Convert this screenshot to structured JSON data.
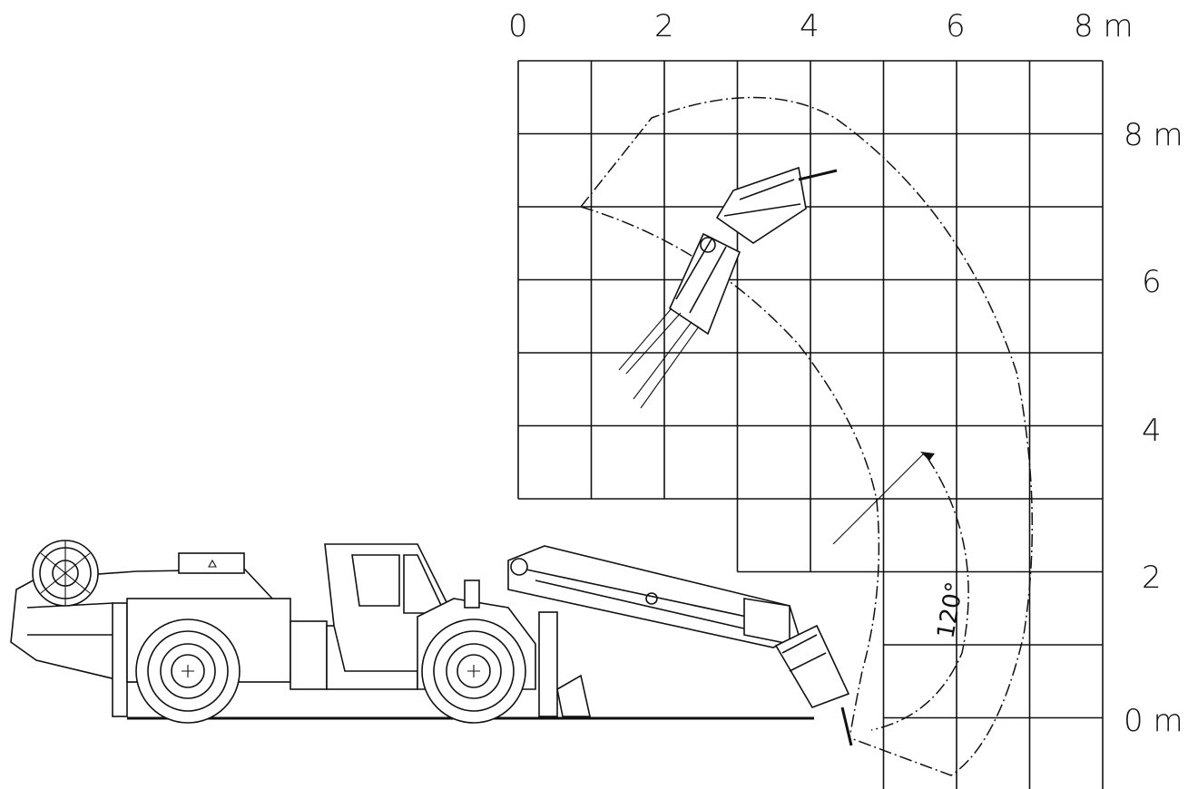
{
  "diagram": {
    "x_axis": {
      "ticks": [
        "0",
        "2",
        "4",
        "6",
        "8 m"
      ]
    },
    "y_axis": {
      "ticks": [
        "8 m",
        "6",
        "4",
        "2",
        "0 m"
      ]
    },
    "angle_label": "120°",
    "colors": {
      "line": "#111111",
      "background": "#ffffff"
    }
  }
}
